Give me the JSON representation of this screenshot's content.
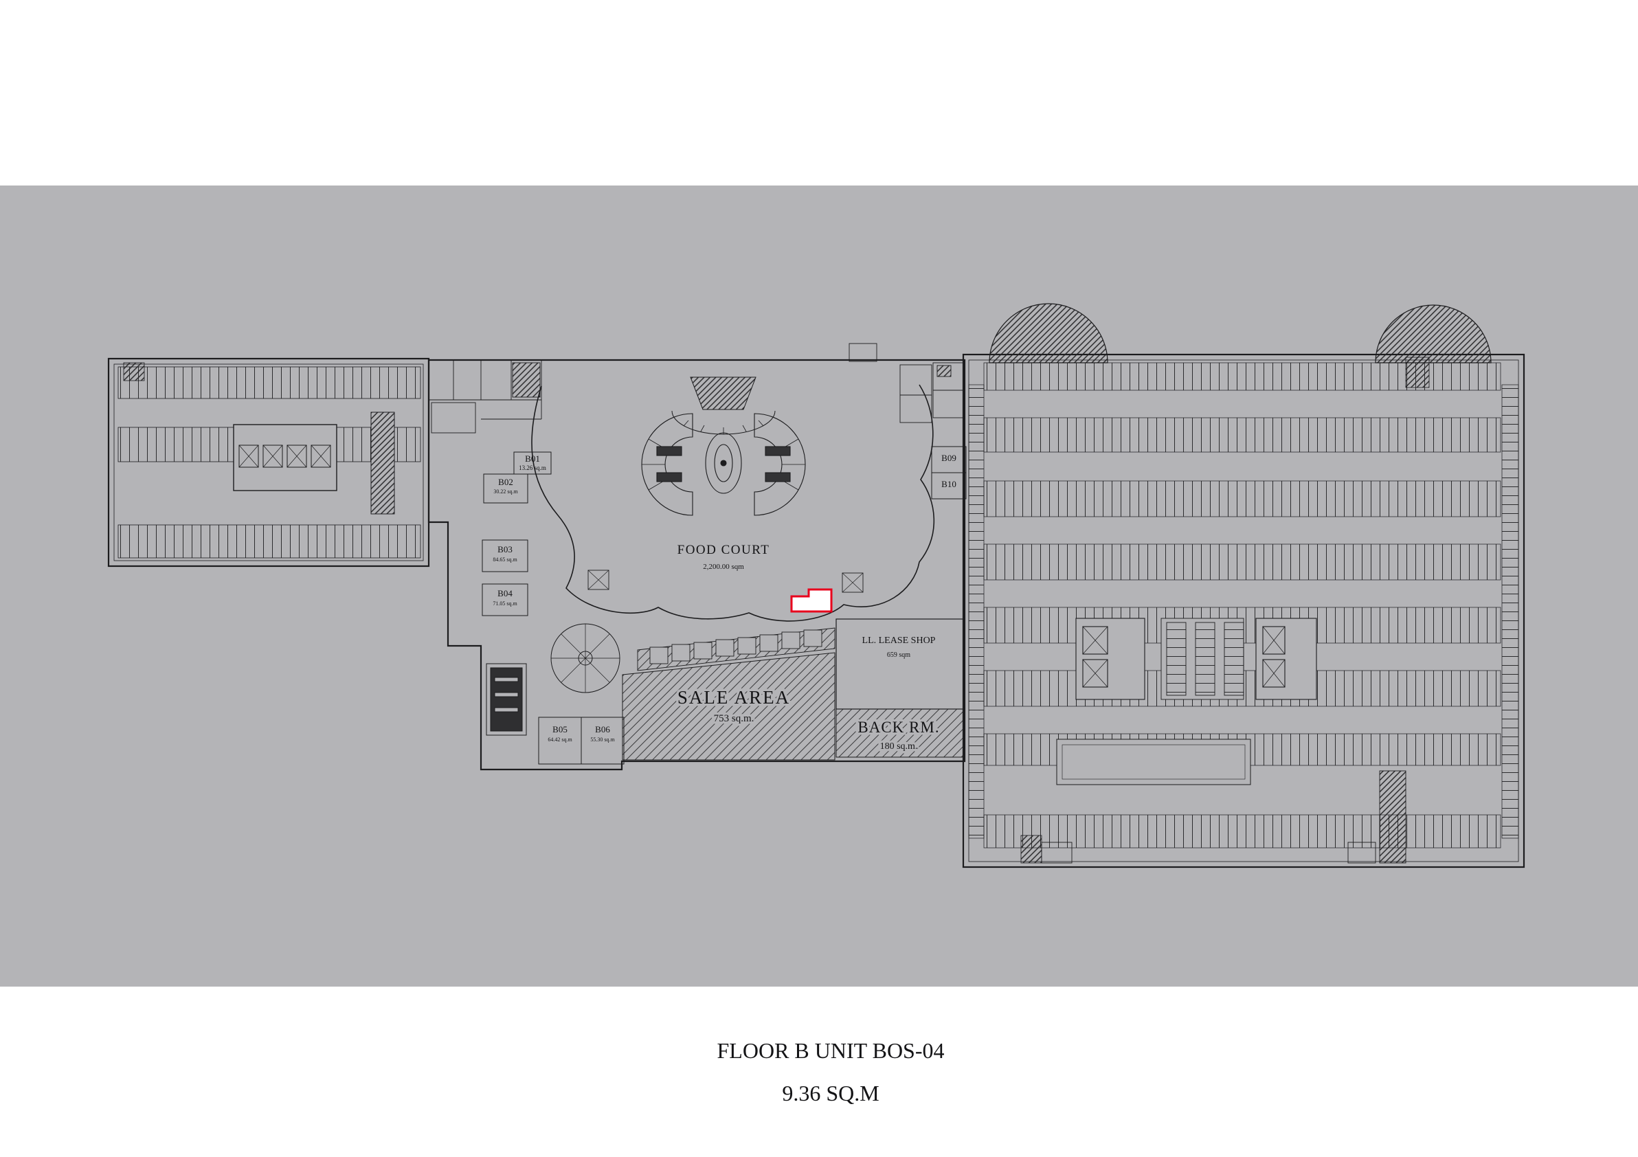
{
  "colors": {
    "band": "#b4b4b7",
    "line": "#1c1c1e",
    "highlight": "#e8001c"
  },
  "caption": {
    "line1": "FLOOR B UNIT BOS-04",
    "line2": "9.36 SQ.M"
  },
  "labels": {
    "food_court": {
      "name": "FOOD COURT",
      "area": "2,200.00 sqm"
    },
    "sale_area": {
      "name": "SALE AREA",
      "area": "753 sq.m."
    },
    "back_room": {
      "name": "BACK RM.",
      "area": "180 sq.m."
    },
    "lease_shop": {
      "name": "LL. LEASE SHOP",
      "area": "659 sqm"
    }
  },
  "units": [
    {
      "id": "B01",
      "area": "13.26 sq.m"
    },
    {
      "id": "B02",
      "area": "30.22 sq.m"
    },
    {
      "id": "B03",
      "area": "84.65 sq.m"
    },
    {
      "id": "B04",
      "area": "71.05 sq.m"
    },
    {
      "id": "B05",
      "area": "64.42 sq.m"
    },
    {
      "id": "B06",
      "area": "55.30 sq.m"
    },
    {
      "id": "B09",
      "area": ""
    },
    {
      "id": "B10",
      "area": ""
    }
  ]
}
